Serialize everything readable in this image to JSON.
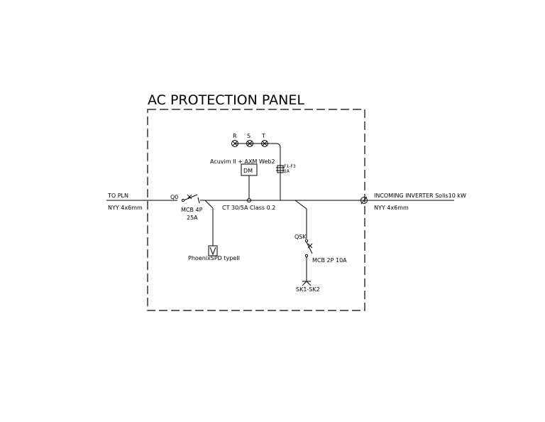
{
  "title": "AC PROTECTION PANEL",
  "labels": {
    "to_pln": "TO PLN",
    "cable_left": "NYY 4x6mm",
    "q0": "Q0",
    "mcb_main_line1": "MCB 4P",
    "mcb_main_line2": "25A",
    "ct": "CT 30/5A Class 0.2",
    "meter_name": "Acuvim II + AXM Web2",
    "dm": "DM",
    "phase_r": "R",
    "phase_s": "S",
    "phase_t": "T",
    "fuse_line1": "F1-F3",
    "fuse_line2": "2A",
    "spd": "PhoenixSPD typeII",
    "qsk": "QSK",
    "mcb_sk": "MCB 2P 10A",
    "sk": "SK1-SK2",
    "incoming": "INCOMING INVERTER Solis10 kW",
    "cable_right": "NYY 4x6mm"
  }
}
